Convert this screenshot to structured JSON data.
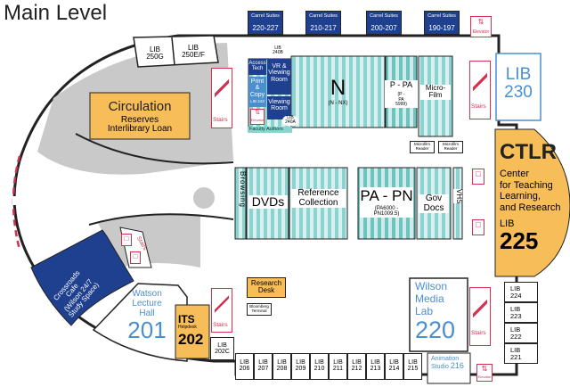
{
  "title": "Main Level",
  "colors": {
    "navy": "#1f3f8f",
    "orange": "#f6bd59",
    "gray": "#c9c9c9",
    "teal": "#8cd3d0",
    "lightblue": "#4a8fd0",
    "red": "#d43050"
  },
  "carrels": [
    {
      "title": "Carrel Suites",
      "num": "220-227"
    },
    {
      "title": "Carrel Suites",
      "num": "210-217"
    },
    {
      "title": "Carrel Suites",
      "num": "200-207"
    },
    {
      "title": "Carrel Suites",
      "num": "190-197"
    }
  ],
  "lib250g": {
    "line1": "LIB",
    "line2": "250G"
  },
  "lib250ef": {
    "line1": "LIB",
    "line2": "250E/F"
  },
  "circulation": {
    "title": "Circulation",
    "line2": "Reserves",
    "line3": "Interlibrary Loan"
  },
  "stairs": "Stairs",
  "elevator": "Elevator",
  "lib240b": {
    "line1": "LIB",
    "line2": "240B"
  },
  "access_tech": {
    "line1": "Access",
    "line2": "Tech"
  },
  "vr_room": {
    "line1": "VR &",
    "line2": "Viewing",
    "line3": "Room"
  },
  "print_copy": {
    "line1": "Print",
    "line2": "&",
    "line3": "Copy",
    "line4": "LIB 243"
  },
  "viewing_room": {
    "line1": "Viewing",
    "line2": "Room"
  },
  "lib240a": {
    "line1": "LIB",
    "line2": "240A"
  },
  "faculty_authors": "Faculty Authors",
  "stacks_n": {
    "title": "N",
    "sub": "(N - NX)"
  },
  "stacks_ppa": {
    "title": "P - PA",
    "sub1": "(P -",
    "sub2": "PA",
    "sub3": "5999)"
  },
  "microfilm": {
    "line1": "Micro-",
    "line2": "Film"
  },
  "microfilm_reader": {
    "line1": "Microfilm",
    "line2": "Reader"
  },
  "lib230": {
    "line1": "LIB",
    "line2": "230"
  },
  "ctlr": {
    "title": "CTLR",
    "line1": "Center",
    "line2": "for Teaching",
    "line3": "Learning,",
    "line4": "and Research",
    "lib": "LIB",
    "num": "225"
  },
  "browsing": "Browsing",
  "dvds": "DVDs",
  "reference": {
    "line1": "Reference",
    "line2": "Collection"
  },
  "pa_pn": {
    "title": "PA - PN",
    "sub1": "(PA6000 -",
    "sub2": "PN1009.5)"
  },
  "gov_docs": {
    "line1": "Gov",
    "line2": "Docs"
  },
  "vhs": "VHS",
  "research_desk": {
    "line1": "Research",
    "line2": "Desk"
  },
  "bloomberg": {
    "line1": "Bloomberg",
    "line2": "Terminal"
  },
  "wilson_media": {
    "line1": "Wilson",
    "line2": "Media",
    "line3": "Lab",
    "num": "220"
  },
  "crossroads": {
    "line1": "Crossroads",
    "line2": "Cafe",
    "line3": "(Wilson 24/7",
    "line4": "Study Space)"
  },
  "watson": {
    "line1": "Watson",
    "line2": "Lecture",
    "line3": "Hall",
    "num": "201"
  },
  "its": {
    "title": "ITS",
    "sub": "Helpdesk",
    "num": "202"
  },
  "lib202c": {
    "line1": "LIB",
    "line2": "202C"
  },
  "bottom_rooms": [
    {
      "line1": "LIB",
      "line2": "206"
    },
    {
      "line1": "LIB",
      "line2": "207"
    },
    {
      "line1": "LIB",
      "line2": "208"
    },
    {
      "line1": "LIB",
      "line2": "209"
    },
    {
      "line1": "LIB",
      "line2": "210"
    },
    {
      "line1": "LIB",
      "line2": "211"
    },
    {
      "line1": "LIB",
      "line2": "212"
    },
    {
      "line1": "LIB",
      "line2": "213"
    },
    {
      "line1": "LIB",
      "line2": "214"
    },
    {
      "line1": "LIB",
      "line2": "215"
    }
  ],
  "animation": {
    "line1": "Animation",
    "line2": "Studio",
    "num": "216"
  },
  "right_rooms": [
    {
      "line1": "LIB",
      "line2": "224"
    },
    {
      "line1": "LIB",
      "line2": "223"
    },
    {
      "line1": "LIB",
      "line2": "222"
    },
    {
      "line1": "LIB",
      "line2": "221"
    }
  ]
}
